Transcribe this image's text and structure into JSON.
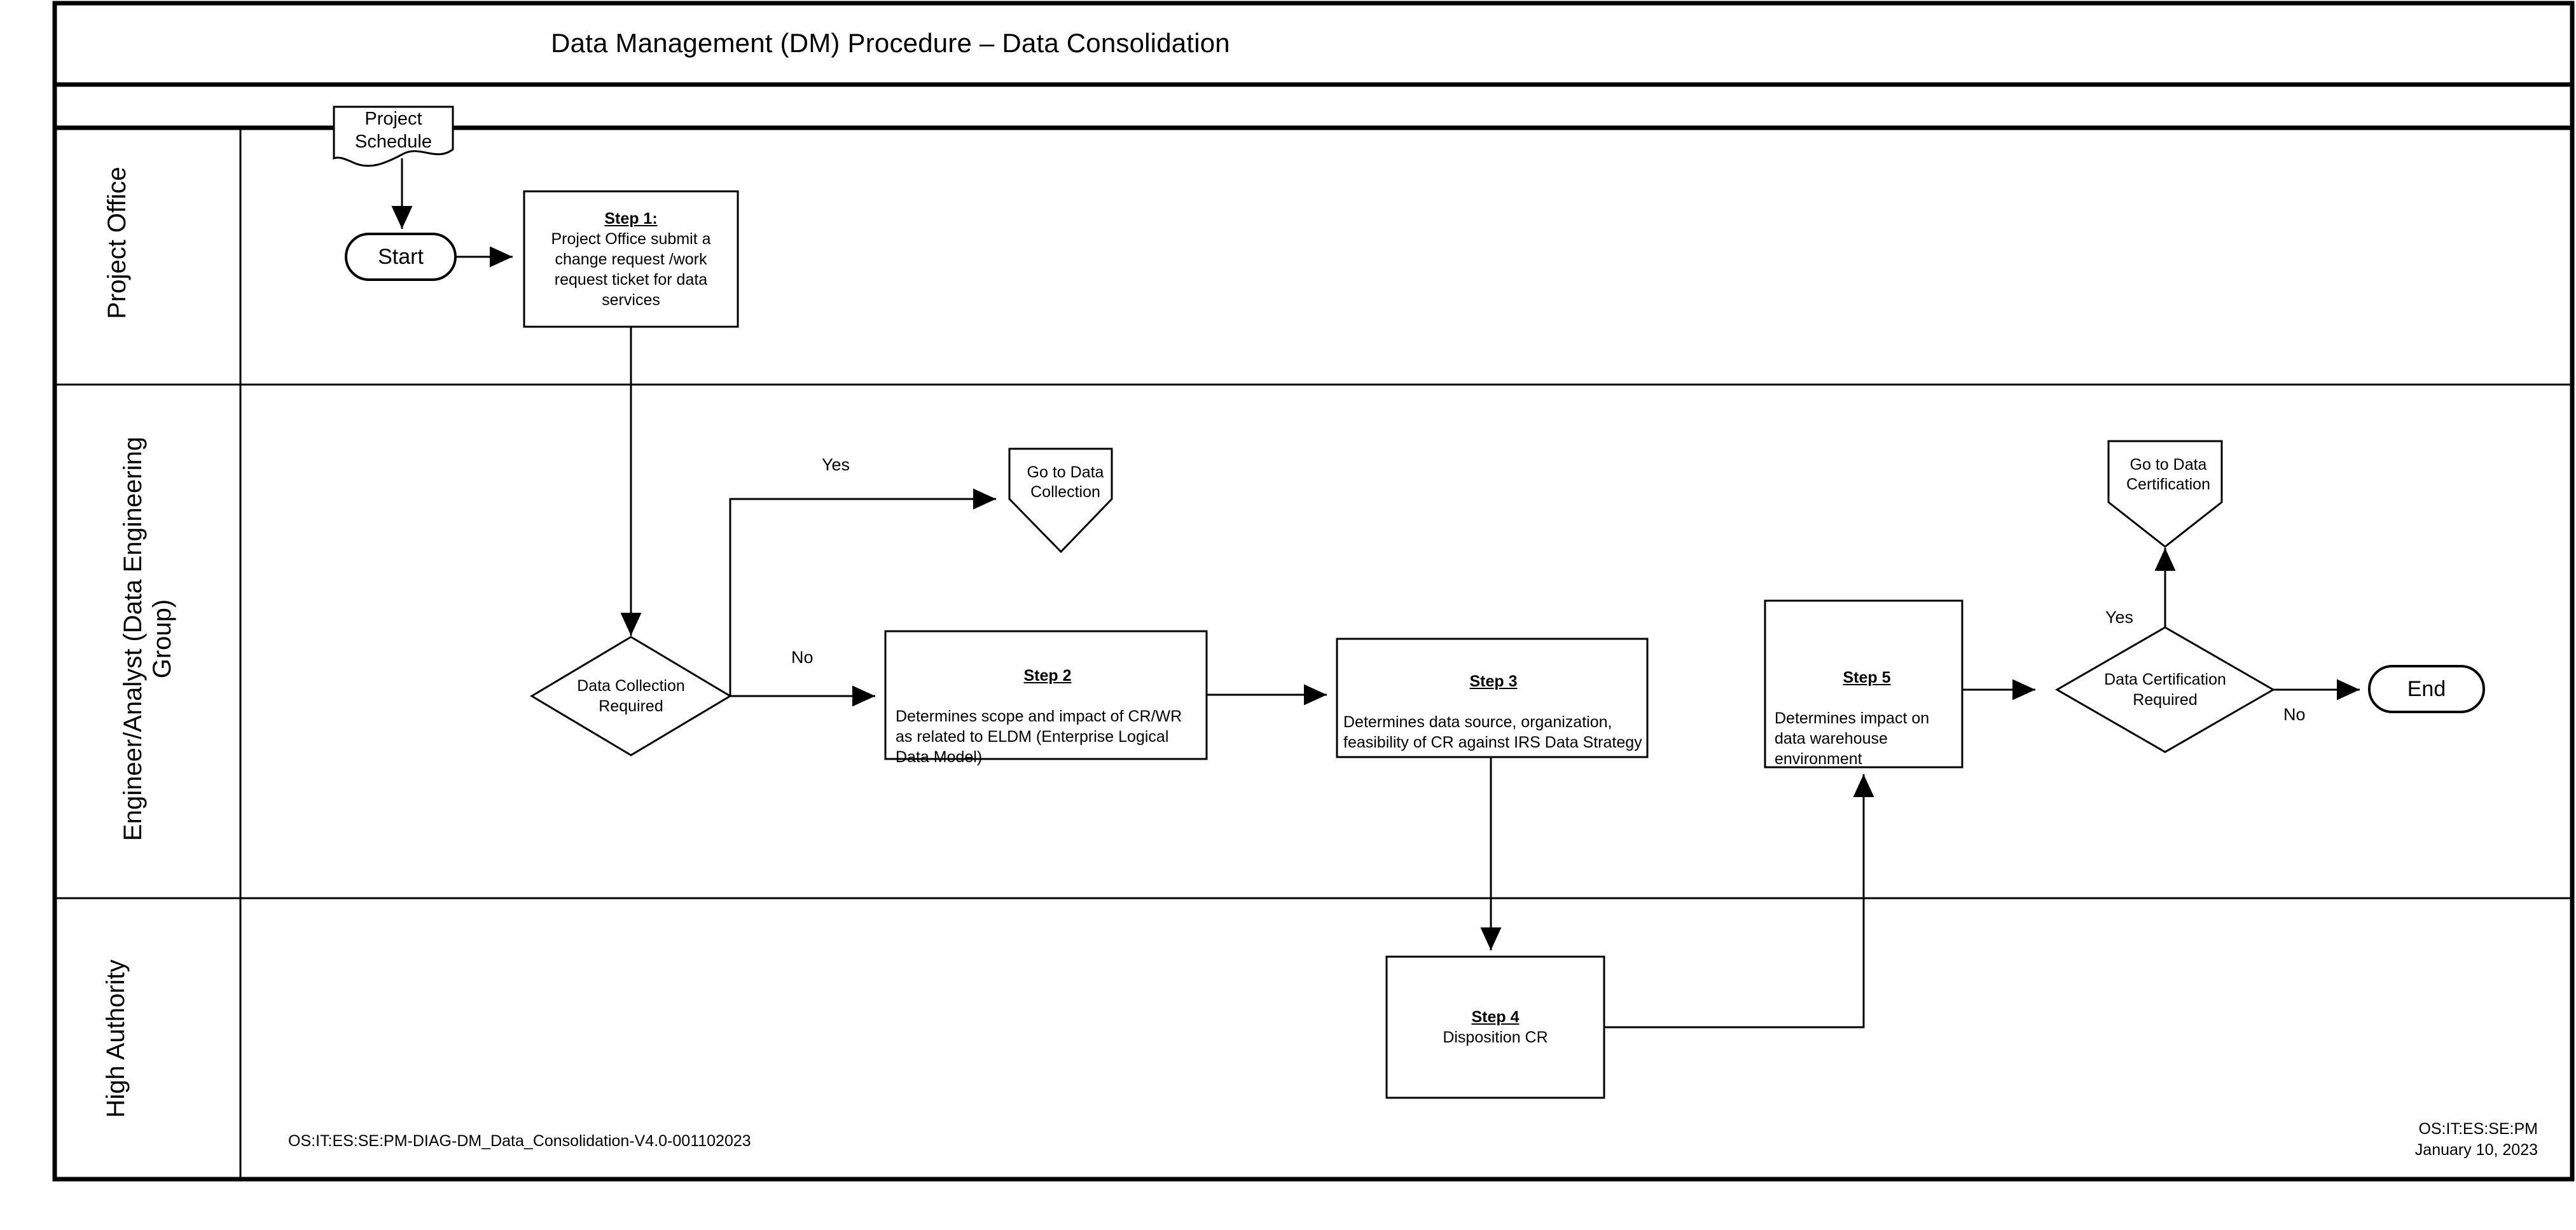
{
  "page": {
    "title": "Data Management (DM) Procedure – Data Consolidation",
    "header_blank_row": "",
    "background_color": "#ffffff",
    "line_color": "#000000"
  },
  "lanes": [
    {
      "id": "project-office",
      "label": "Project Office"
    },
    {
      "id": "engineer-analyst",
      "label": "Engineer/Analyst (Data Engineering\nGroup)"
    },
    {
      "id": "high-authority",
      "label": "High Authority"
    }
  ],
  "nodes": {
    "project_schedule": {
      "type": "document",
      "label": "Project\nSchedule"
    },
    "start": {
      "type": "terminator",
      "label": "Start"
    },
    "step1": {
      "type": "process",
      "heading": "Step 1:",
      "body": "Project Office submit a change request /work request ticket for data services"
    },
    "data_collection_required": {
      "type": "decision",
      "label": "Data Collection\nRequired"
    },
    "go_to_data_collection": {
      "type": "off-page-connector",
      "label": "Go to Data\nCollection"
    },
    "step2": {
      "type": "process",
      "heading": "Step 2",
      "body": "Determines scope and impact of CR/WR as related to ELDM (Enterprise Logical Data Model)"
    },
    "step3": {
      "type": "process",
      "heading": "Step 3",
      "body": "Determines data source, organization, feasibility of CR against IRS Data Strategy"
    },
    "step4": {
      "type": "process",
      "heading": "Step 4",
      "body": "Disposition CR"
    },
    "step5": {
      "type": "process",
      "heading": "Step 5",
      "body": "Determines impact on data warehouse environment"
    },
    "data_certification_required": {
      "type": "decision",
      "label": "Data Certification\nRequired"
    },
    "go_to_data_certification": {
      "type": "off-page-connector",
      "label": "Go to Data\nCertification"
    },
    "end": {
      "type": "terminator",
      "label": "End"
    }
  },
  "edge_labels": {
    "dc_yes": "Yes",
    "dc_no": "No",
    "cert_yes": "Yes",
    "cert_no": "No"
  },
  "footer": {
    "left": "OS:IT:ES:SE:PM-DIAG-DM_Data_Consolidation-V4.0-001102023",
    "right": "OS:IT:ES:SE:PM\nJanuary 10, 2023"
  }
}
